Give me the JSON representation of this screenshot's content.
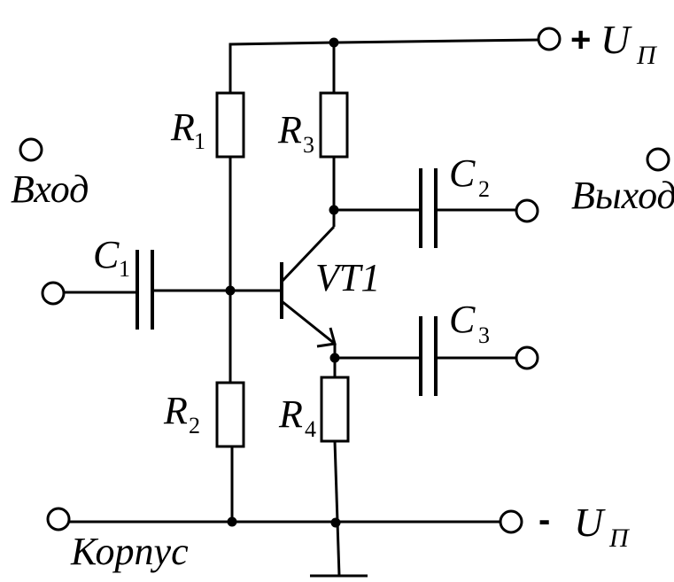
{
  "labels": {
    "input": "Вход",
    "output": "Выход",
    "ground": "Корпус",
    "transistor": "VT1",
    "supply_plus": {
      "sign": "+",
      "letter": "U",
      "sub": "П"
    },
    "supply_minus": {
      "sign": "-",
      "letter": "U",
      "sub": "П"
    },
    "r1": {
      "letter": "R",
      "sub": "1"
    },
    "r2": {
      "letter": "R",
      "sub": "2"
    },
    "r3": {
      "letter": "R",
      "sub": "3"
    },
    "r4": {
      "letter": "R",
      "sub": "4"
    },
    "c1": {
      "letter": "C",
      "sub": "1"
    },
    "c2": {
      "letter": "C",
      "sub": "2"
    },
    "c3": {
      "letter": "C",
      "sub": "3"
    }
  },
  "colors": {
    "stroke": "#000000",
    "background": "#ffffff"
  }
}
